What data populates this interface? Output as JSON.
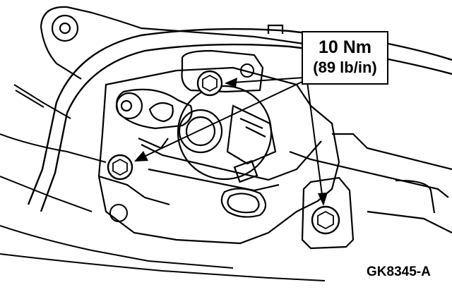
{
  "callout": {
    "line1": "10 Nm",
    "line2": "(89 lb/in)"
  },
  "figure": {
    "code": "GK8345-A"
  },
  "colors": {
    "ink": "#000000",
    "paper": "#ffffff"
  }
}
